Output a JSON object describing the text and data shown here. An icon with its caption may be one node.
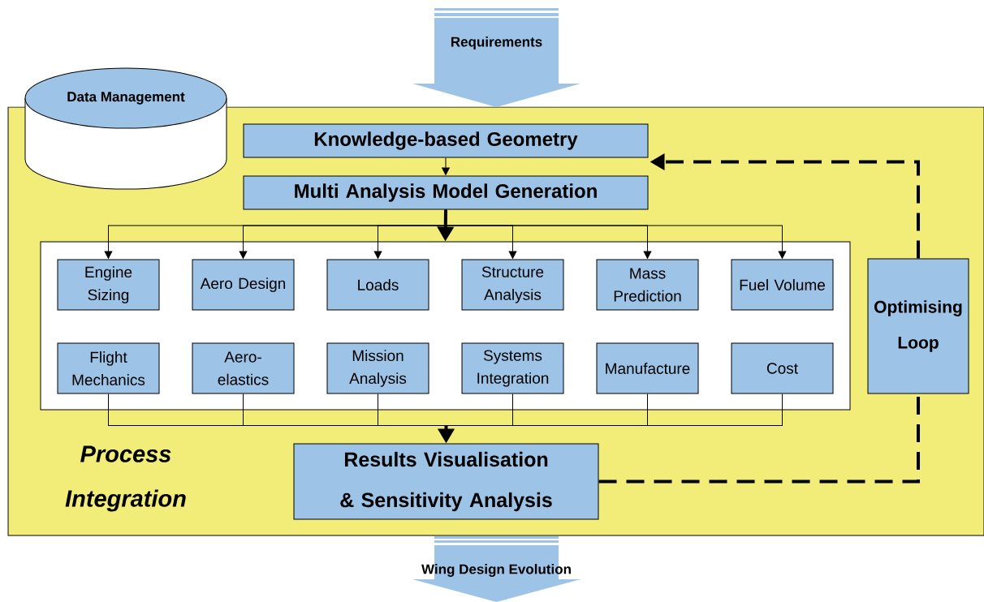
{
  "diagram": {
    "nodes": [
      {
        "text": [
          "Process Integration"
        ]
      },
      {
        "text": [
          "Requirements"
        ]
      },
      {
        "text": [
          "Data Management"
        ]
      },
      {
        "text": [
          "Knowledge-based Geometry"
        ],
        "in": 0
      },
      {
        "text": [
          "Multi Analysis Model Generation"
        ],
        "in": 0
      },
      {
        "text": [],
        "shape": "box",
        "in": 0
      },
      {
        "text": [
          "Engine Sizing"
        ],
        "in": 5
      },
      {
        "text": [
          "Aero Design"
        ],
        "in": 5
      },
      {
        "text": [
          "Loads"
        ],
        "in": 5
      },
      {
        "text": [
          "Structure Analysis"
        ],
        "in": 5
      },
      {
        "text": [
          "Mass Prediction"
        ],
        "in": 5
      },
      {
        "text": [
          "Fuel Volume"
        ],
        "in": 5
      },
      {
        "text": [
          "Flight Mechanics"
        ],
        "in": 5
      },
      {
        "text": [
          "Aero- elastics"
        ],
        "in": 5
      },
      {
        "text": [
          "Mission Analysis"
        ],
        "in": 5
      },
      {
        "text": [
          "Systems Integration"
        ],
        "in": 5
      },
      {
        "text": [
          "Manufacture"
        ],
        "in": 5
      },
      {
        "text": [
          "Cost"
        ],
        "in": 5
      },
      {
        "text": [
          "Results Visualisation & Sensitivity Analysis"
        ],
        "in": 0
      },
      {
        "text": [
          "Optimising Loop"
        ],
        "in": 0
      },
      {
        "text": [
          "Wing Design Evolution"
        ]
      }
    ],
    "edges": [
      {
        "from": 3,
        "to": 4,
        "arrow": "to"
      },
      {
        "from": 4,
        "to": 6,
        "arrow": "to"
      },
      {
        "from": 4,
        "to": 7,
        "arrow": "to"
      },
      {
        "from": 4,
        "to": 8,
        "arrow": "to"
      },
      {
        "from": 4,
        "to": 9,
        "arrow": "to"
      },
      {
        "from": 4,
        "to": 10,
        "arrow": "to"
      },
      {
        "from": 4,
        "to": 11,
        "arrow": "to"
      },
      {
        "from": 4,
        "to": 5,
        "arrow": "to",
        "style": "thick"
      },
      {
        "from": 12,
        "to": 18,
        "arrow": "to"
      },
      {
        "from": 13,
        "to": 18,
        "arrow": "to"
      },
      {
        "from": 14,
        "to": 18,
        "arrow": "to"
      },
      {
        "from": 15,
        "to": 18,
        "arrow": "to"
      },
      {
        "from": 16,
        "to": 18,
        "arrow": "to"
      },
      {
        "from": 17,
        "to": 18,
        "arrow": "to"
      },
      {
        "from": 18,
        "to": 19,
        "arrow": "none",
        "style": "dashed"
      },
      {
        "from": 19,
        "to": 3,
        "arrow": "to",
        "style": "dashed"
      }
    ]
  }
}
